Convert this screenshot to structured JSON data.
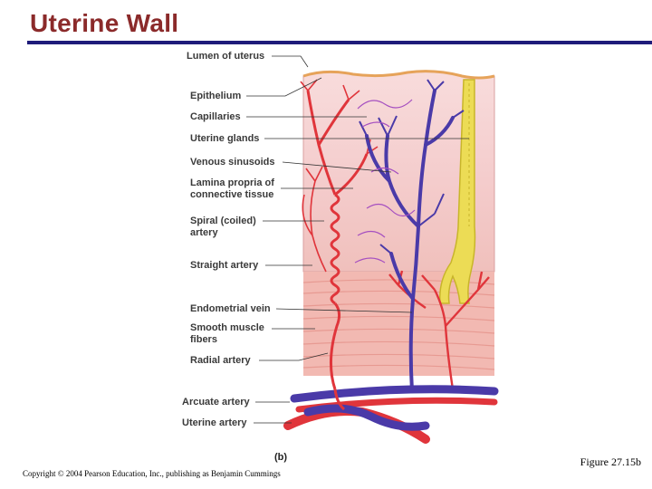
{
  "title": "Uterine Wall",
  "labels": {
    "lumen": "Lumen of uterus",
    "epithelium": "Epithelium",
    "capillaries": "Capillaries",
    "uterine_glands": "Uterine glands",
    "venous_sinusoids": "Venous sinusoids",
    "lamina_propria": "Lamina propria of\nconnective tissue",
    "spiral_artery": "Spiral (coiled)\nartery",
    "straight_artery": "Straight artery",
    "endometrial_vein": "Endometrial vein",
    "smooth_muscle": "Smooth muscle\nfibers",
    "radial_artery": "Radial artery",
    "arcuate_artery": "Arcuate artery",
    "uterine_artery": "Uterine artery"
  },
  "panel_letter": "(b)",
  "figure_ref": "Figure 27.15b",
  "copyright": "Copyright © 2004 Pearson Education, Inc., publishing as Benjamin Cummings",
  "colors": {
    "title": "#8b2a2a",
    "rule": "#1e1b7a",
    "artery": "#e0353b",
    "vein": "#4a3aa8",
    "capillary": "#a54fc0",
    "gland": "#e8d94a",
    "tissue": "#f6d2d2",
    "muscle": "#efb0a8"
  }
}
